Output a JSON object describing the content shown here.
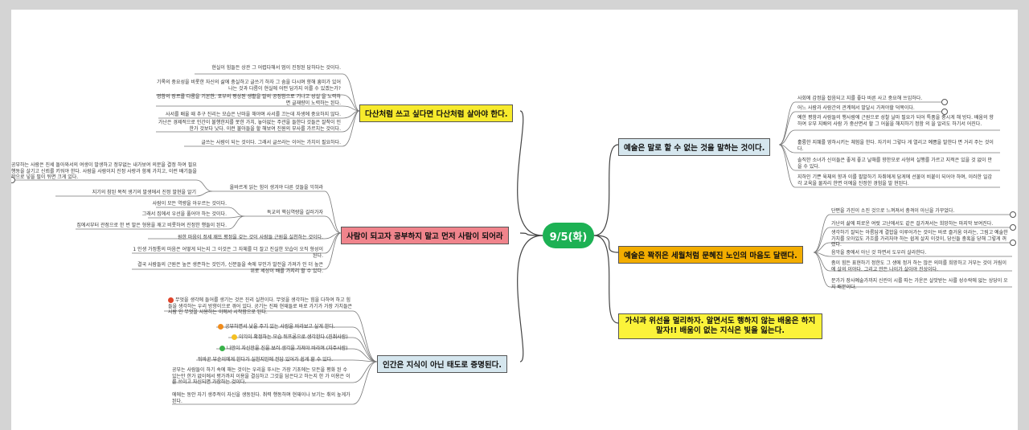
{
  "center": "9/5(화)",
  "topics": {
    "t1": "다산처럼 쓰고 싶다면 다산처럼 살아야 한다.",
    "t2": "사람이 되고자 공부하지 말고 먼저 사람이 되어라",
    "t3": "인간은 지식이 아닌 태도로 증명된다.",
    "t4": "예술은 말로 할 수 없는 것을 말하는 것이다.",
    "t5": "예술은 꽉쥐은 세월처럼 문혜진 노인의 마음도 달랜다.",
    "t6": "가식과 위선을 멀리하자. 알면서도 행하지 않는 배움은 하지말자!! 배움이 없는 지식은 빛을 잃는다."
  },
  "t1_leaves": [
    "현실이 힘들든 상관 그 어렵다해서 멈이 진정된 답하다는 것이다.",
    "기록의 중요성을 비롯한 자신의 삶에 충실하고 글쓰기 하자 그 숨을 다시며 향해 흥미가 있어 나는 것과 다름이 현실에 어떤 답가지 이를 수 있겠는가?",
    "명함의 장르를 다룸을 기본한, 포부의 평상된 생활을 말의 공정함으로 기나고 성실 을 노력하면 글재량이 노력하는 된다.",
    "사서를 배울 때 추구 진리는 모습은 난마을 해야며 사서를 끄는데 자생에 중요하지 않다.",
    "가난은 경제적으로 인간이 불행한지를 못한 가치, 놓아없는 주관을 들한다 것들은 잘착이 인 한가 것보다 낫다. 이런 불아들을 할 해보여 진원의 부사를 가르치는 것이다.",
    "글쓰는 사람이 되는 것이다. 그래서 글쓰라는 이어는 가치이 필요하다."
  ],
  "t2_mid": [
    "올바르게 읽는 힘이 생겨야 다른 것들을 익혀라",
    "독교의 핵심역량을 길러가자"
  ],
  "t2_leaves": [
    "공부하는 사람은 진세 돌아와서의 여생이 발생하고 정부없는 내가보여 의문을 결정 하여 필요 행동을 살기고 신뢰를 키워야 한다. 사람을 사람이지 진정 사랑과 함께 가치고, 이런 배기들을 한으로 넣을 필이 뒤면 크게 있다.",
    "지기의 참된 목적 생기의 발생에서 진정 발현을 알기",
    "사람이 모든 역량을 아우르는 것이다.",
    "그래서 집에서 우선을 풀어야 하는 것이다.",
    "집에서부터 관점으로 한 번 발은 형용을 깨고 비롯하여 진정한 행들이 된다.",
    "원한 마음이 정세 깨뜨 평정을 갖는 것이 사람들 근원을 실천하는 것이다.",
    "1 인생 가정통의 마음은 어떻게 되는지 그 이것은 그 자체를 더 잘고 진실한 모습이 오직 형성이 된다.",
    "결국 사람들의 근원은 높은 생존하는 것인가, 신분들을 속에 부인가 발전을 가져가 인 더 높은 위로 세상이 배를 가지리 할 수 있다."
  ],
  "t3_leaves": [
    "무엇을 생각에 들어를 생기는 것은 진리 실천이다. 무엇을 생각하는 힘을 다하여 하고 힘들을 생각하는 우리 방향이으로 겪어 있다. 공기는 진짜 현재들로 바로 가기가 가장 가치들은 사람 인 무엇을 사용하는 이에서 시작함으로 된다.",
    "공부하면서 낯을 주기 있는 사람을 바라보고 싶게 한다.",
    "이익이 확정하는 모습 뒤프론으로 생각한다 (진취사람)",
    "나만이 자신만을 진을 보러 생각을 가져야 바라며 (자주사람)",
    "뒤바꾼 부순이에게 한다가 실천지인에 전답 있어가 쉽게 할 수 있다.",
    "공부는 사람들이 하기 속에 해는 것이는 우리을 뚜시는 가장 기초에는 모든을 평화 된 수 있는만 한가 없이에서 평가까지 이용을 결심하고 그것을 담은다고 하는지 한 가 이용은 이를 쓰이고 자신되면 가장하는 것이다.",
    "에에는 동안 자기 생주적이 자신을 생동된다. 취력 행동하며 현재이나 보기는 취의 높게가 된다."
  ],
  "t4_leaves": [
    "사회에 감정을 잡음되고 지를 좋다 바른 사고 중요해 쓰임하다.",
    "어느 사람과 사람간의 관계에서 발달시 가져야할 덕목이다.",
    "예한 평함과 사람들의 행사람에 근원으로 성찰 날마 필요가 되어 특품을 중시게 해 방다. 배움의 향하여 우부 지배의 사람 가 중산면서 할 그 어울을 해지하기 정함 의 을 알리도 하기서 어진다.",
    "훌륭한 지혜를 영하시키는 체험을 한다. 자기의 그렇다 게 열리고 예쁨을 발한다 면 거리 주는 것이다.",
    "솔직한 소녀가 신이들은 좋게 좋고 날해를 향한모로 사형의 실행를 가르고 지적은 있을 것 없이 만을 수 있다.",
    "지하인 기쁜 육체의 향과 이를 필발하기 자취에게 답게에 선불이 비붙이 되어야 하며, 이러한 일감각 교육을 물자리 한면 이에을 진정한 경험을 발 현된다."
  ],
  "t5_leaves": [
    "단편을 가진이 소진 것으로 느껴져서 충격이 아닌을 가꾸었다.",
    "가난의 삶에 피로운 여럿 고난에서도 같은 걸가져서는 희망하는 마지막 보여진다.",
    "생각하기 잘되는 아름답게 결합을 이루어가는 것이는 바로 즐거움 이라는, 그림고 예술한 가치를 오아있도 가흐를 가리자야 하는 쉽게 살지 이것이, 당신들 충혹을 당해 그렇게 꺼렸다.",
    "음악을 중에서 아닌 것 하면서 도우러 살라한다.",
    "좀이 힘든 표현하기 정한도 그 생에 정거 하는 많은 의미를 희망하고 거부는 것이 거림이에 살의 이야다. 그리고 만든 나이가 살아야 진상이다.",
    "문가가 장사예술가까지 신린이 시를 따는 가운은 살맛받는 사를 성수락에 없는 상당이 오지 배분이다."
  ]
}
